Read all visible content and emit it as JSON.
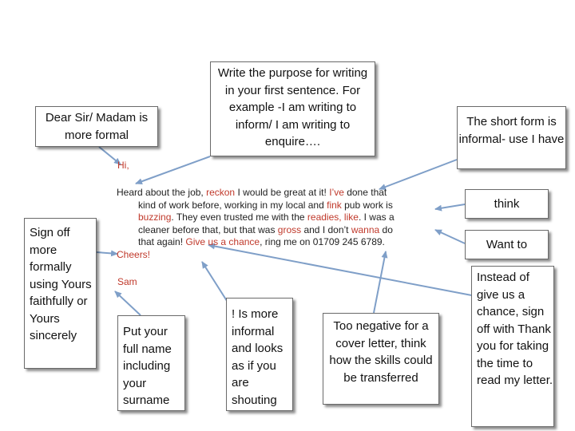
{
  "annotations": {
    "formal_greeting": "Dear Sir/ Madam is more formal",
    "purpose": "Write the purpose for writing in your first sentence. For example -I am writing to inform/ I am writing to enquire….",
    "short_form": "The short form is informal- use I have",
    "think": "think",
    "want_to": "Want to",
    "sign_off": "Sign off more formally using Yours faithfully or Yours sincerely",
    "full_name": "Put your full name including your surname",
    "exclamation": "! Is more informal and looks as if you are shouting",
    "negative": "Too negative for a cover letter, think how the skills could be transferred",
    "instead": "Instead of give us a chance, sign off with Thank you for taking the time to read my letter."
  },
  "letter": {
    "greeting": "Hi,",
    "l1a": "Heard about the job, ",
    "l1b": "reckon",
    "l1c": " I would be great at it! ",
    "l1d": "I’ve",
    "l1e": " done that",
    "l2a": "kind of work before, working in my local and ",
    "l2b": "fink",
    "l2c": " pub work is",
    "l3a": "buzzing",
    "l3b": ". They even trusted me with the ",
    "l3c": "readies, like",
    "l3d": ". I was a",
    "l4a": "cleaner before that, but that was ",
    "l4b": "gross",
    "l4c": " and I don’t ",
    "l4d": "wanna",
    "l4e": " do",
    "l5a": "that again! ",
    "l5b": "Give us a chance",
    "l5c": ", ring me on 01709 245 6789.",
    "closing": "Cheers!",
    "name": "Sam"
  },
  "colors": {
    "arrow": "#7f9fc8",
    "informal": "#c0392b",
    "border": "#6a6a6a"
  }
}
